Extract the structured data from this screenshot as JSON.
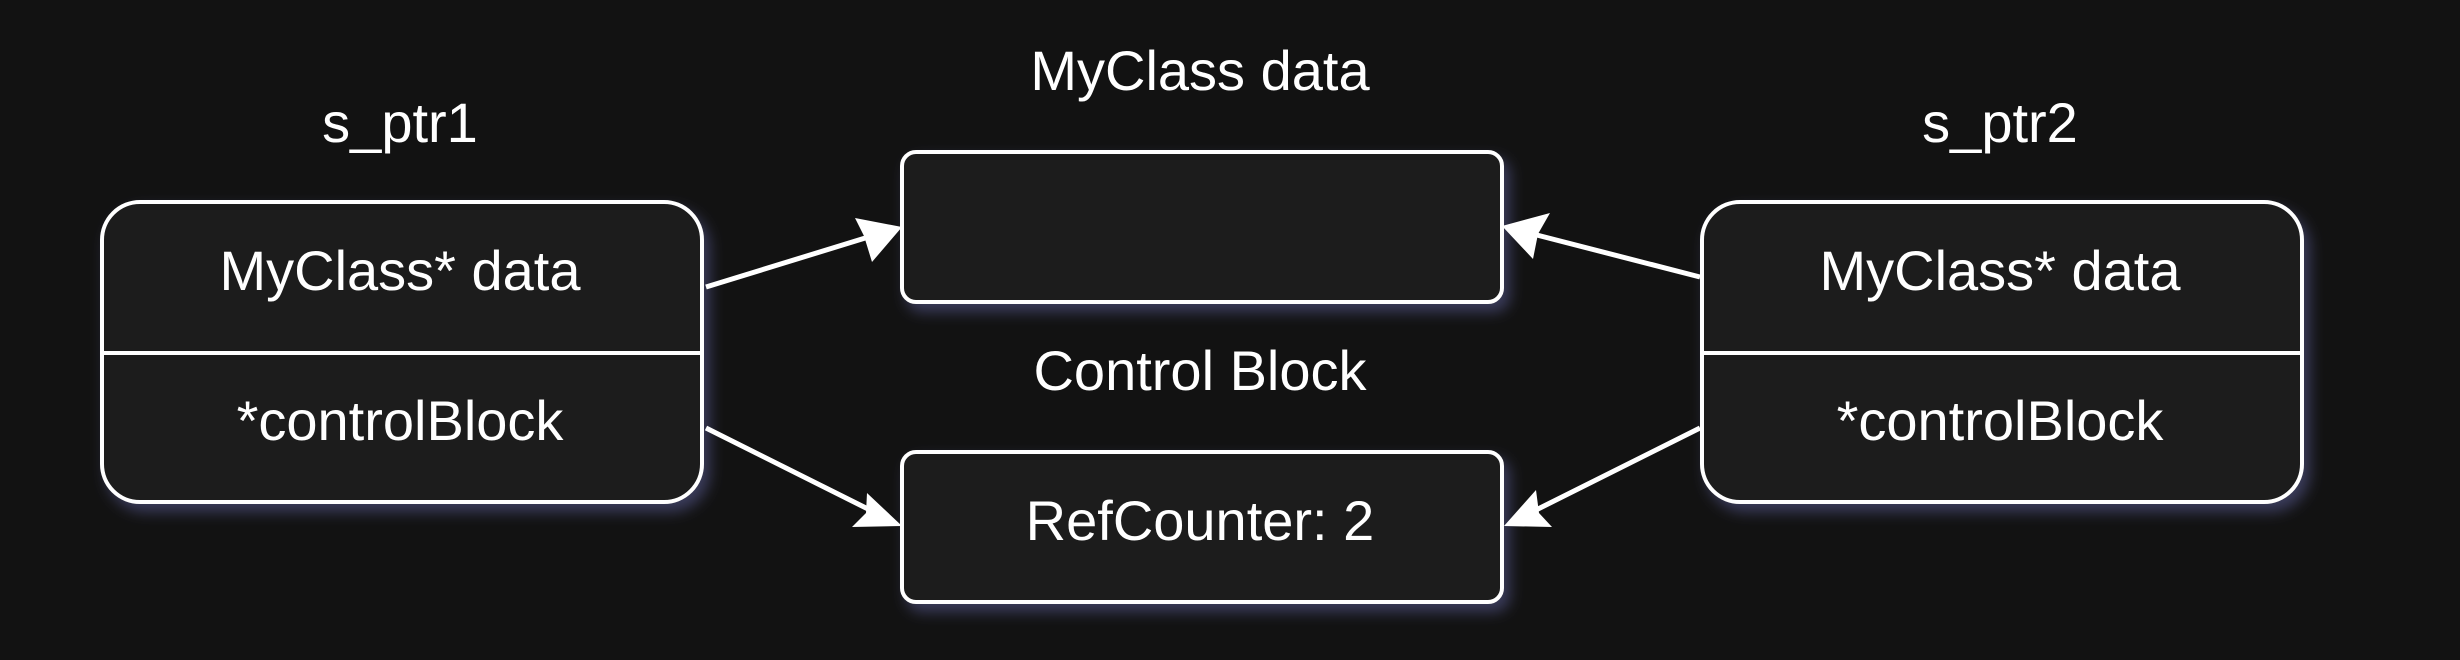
{
  "labels": {
    "left_pointer_name": "s_ptr1",
    "right_pointer_name": "s_ptr2",
    "data_block_title": "MyClass data",
    "control_block_title": "Control Block"
  },
  "left_pointer": {
    "data_field": "MyClass* data",
    "control_field": "*controlBlock"
  },
  "right_pointer": {
    "data_field": "MyClass* data",
    "control_field": "*controlBlock"
  },
  "data_block": {
    "content": ""
  },
  "control_block": {
    "content": "RefCounter: 2"
  },
  "colors": {
    "background": "#121212",
    "box_fill": "#1a1a1b",
    "stroke": "#ffffff",
    "glow": "#6b6fb5"
  }
}
